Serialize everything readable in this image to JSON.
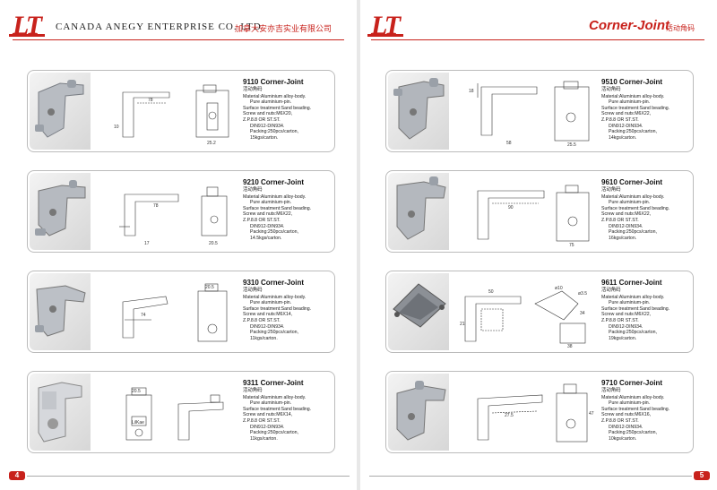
{
  "left_page": {
    "logo": "LT",
    "company_name": "CANADA ANEGY ENTERPRISE CO. LTD",
    "company_name_cn": "加拿大安亦吉实业有限公司",
    "page_number": "4",
    "products": [
      {
        "model": "9110 Corner-Joint",
        "cn": "活动角码",
        "material": "Material:Aluminium alloy-body.",
        "pin": "Pure aluminium-pin.",
        "surface": "Surface treatment:Sand beading.",
        "screw": "Screw and nuts:M6X20,",
        "zp": "Z.P.8.8 OR ST.ST.",
        "din": "DIN912-DIN934.",
        "packing": "Packing:250pcs/carton,",
        "weight": "15kgs/carton."
      },
      {
        "model": "9210 Corner-Joint",
        "cn": "活动角码",
        "material": "Material:Aluminium alloy-body.",
        "pin": "Pure aluminium-pin.",
        "surface": "Surface treatment:Sand beading.",
        "screw": "Screw and nuts:M6X22,",
        "zp": "Z.P.8.8 OR ST.ST.",
        "din": "DIN912-DIN934.",
        "packing": "Packing:250pcs/carton,",
        "weight": "14.5kgs/carton."
      },
      {
        "model": "9310 Corner-Joint",
        "cn": "活动角码",
        "material": "Material:Aluminium alloy-body.",
        "pin": "Pure aluminium-pin.",
        "surface": "Surface treatment:Sand beading.",
        "screw": "Screw and nuts:M6X14,",
        "zp": "Z.P.8.8 OR ST.ST.",
        "din": "DIN912-DIN934.",
        "packing": "Packing:250pcs/carton,",
        "weight": "11kgs/carton."
      },
      {
        "model": "9311 Corner-Joint",
        "cn": "活动角码",
        "material": "Material:Aluminium alloy-body.",
        "pin": "Pure aluminium-pin.",
        "surface": "Surface treatment:Sand beading.",
        "screw": "Screw and nuts:M6X14,",
        "zp": "Z.P.8.8 OR ST.ST.",
        "din": "DIN912-DIN934.",
        "packing": "Packing:250pcs/carton,",
        "weight": "11kgs/carton."
      }
    ]
  },
  "right_page": {
    "logo": "LT",
    "title": "Corner-Joint",
    "title_cn": "活动角码",
    "page_number": "5",
    "products": [
      {
        "model": "9510 Corner-Joint",
        "cn": "活动角码",
        "material": "Material:Aluminium alloy-body.",
        "pin": "Pure aluminium-pin.",
        "surface": "Surface treatment:Sand beading.",
        "screw": "Screw and nuts:M6X22,",
        "zp": "Z.P.8.8 OR ST.ST.",
        "din": "DIN912-DIN934.",
        "packing": "Packing:250pcs/carton,",
        "weight": "14kgs/carton."
      },
      {
        "model": "9610 Corner-Joint",
        "cn": "活动角码",
        "material": "Material:Aluminium alloy-body.",
        "pin": "Pure aluminium-pin.",
        "surface": "Surface treatment:Sand beading.",
        "screw": "Screw and nuts:M6X22,",
        "zp": "Z.P.8.8 OR ST.ST.",
        "din": "DIN912-DIN934.",
        "packing": "Packing:250pcs/carton,",
        "weight": "16kgs/carton."
      },
      {
        "model": "9611 Corner-Joint",
        "cn": "活动角码",
        "material": "Material:Aluminium alloy-body.",
        "pin": "Pure aluminium-pin.",
        "surface": "Surface treatment:Sand beading.",
        "screw": "Screw and nuts:M6X22,",
        "zp": "Z.P.8.8 OR ST.ST.",
        "din": "DIN912-DIN934.",
        "packing": "Packing:250pcs/carton,",
        "weight": "19kgs/carton."
      },
      {
        "model": "9710 Corner-Joint",
        "cn": "活动角码",
        "material": "Material:Aluminium alloy-body.",
        "pin": "Pure aluminium-pin.",
        "surface": "Surface treatment:Sand beading.",
        "screw": "Screw and nuts:M6X16,",
        "zp": "Z.P.8.8 OR ST.ST.",
        "din": "DIN912-DIN934.",
        "packing": "Packing:250pcs/carton,",
        "weight": "10kgs/carton."
      }
    ]
  },
  "drawing_labels": {
    "d9110": [
      "78",
      "25.2",
      "10"
    ],
    "d9210": [
      "78",
      "17",
      "20.5"
    ],
    "d9310": [
      "74",
      "20.5"
    ],
    "d9311": [
      "20.5",
      "LilKae"
    ],
    "d9510": [
      "18",
      "58",
      "25.5"
    ],
    "d9610": [
      "90",
      "75"
    ],
    "d9611": [
      "50",
      "ø10",
      "ø3.5",
      "34",
      "21",
      "38"
    ],
    "d9710": [
      "27.5",
      "47"
    ]
  },
  "colors": {
    "accent": "#c8221c",
    "card_border": "#bbbbbb"
  }
}
